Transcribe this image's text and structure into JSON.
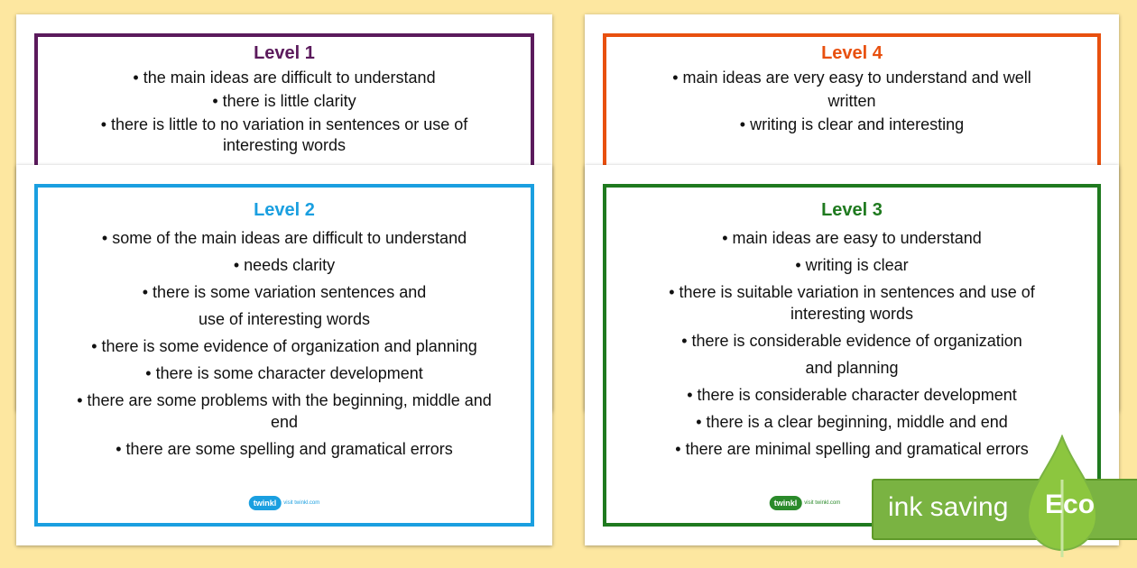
{
  "colors": {
    "background": "#fde7a0",
    "level1": "#5b1a5c",
    "level2": "#1a9fe0",
    "level3": "#1f7a1f",
    "level4": "#e8500f",
    "eco": "#7ab342"
  },
  "cards": [
    {
      "title": "Level 1",
      "lines": [
        "• the main ideas are difficult to understand",
        "• there is little clarity",
        "• there is little to no variation in sentences or use of interesting words"
      ]
    },
    {
      "title": "Level 4",
      "lines": [
        "• main ideas are very easy to understand and well written",
        "• writing is clear and interesting"
      ]
    },
    {
      "title": "Level 2",
      "lines": [
        "• some of the main ideas are difficult to understand",
        "• needs clarity",
        "• there is some variation sentences and use of interesting words",
        "• there is some evidence of organization and planning",
        "• there is some character development",
        "• there are some problems with the beginning, middle and end",
        "• there are some spelling and gramatical errors"
      ]
    },
    {
      "title": "Level 3",
      "lines": [
        "• main ideas are easy to understand",
        "• writing is clear",
        "• there is suitable variation in sentences and use of interesting words",
        "• there is considerable evidence of organization and planning",
        "• there is considerable character development",
        "• there is a clear beginning, middle and end",
        "• there are minimal spelling and gramatical errors"
      ]
    }
  ],
  "logo": {
    "brand": "twinkl",
    "url": "visit twinkl.com"
  },
  "badge": {
    "text": "ink saving",
    "eco": "Eco"
  }
}
